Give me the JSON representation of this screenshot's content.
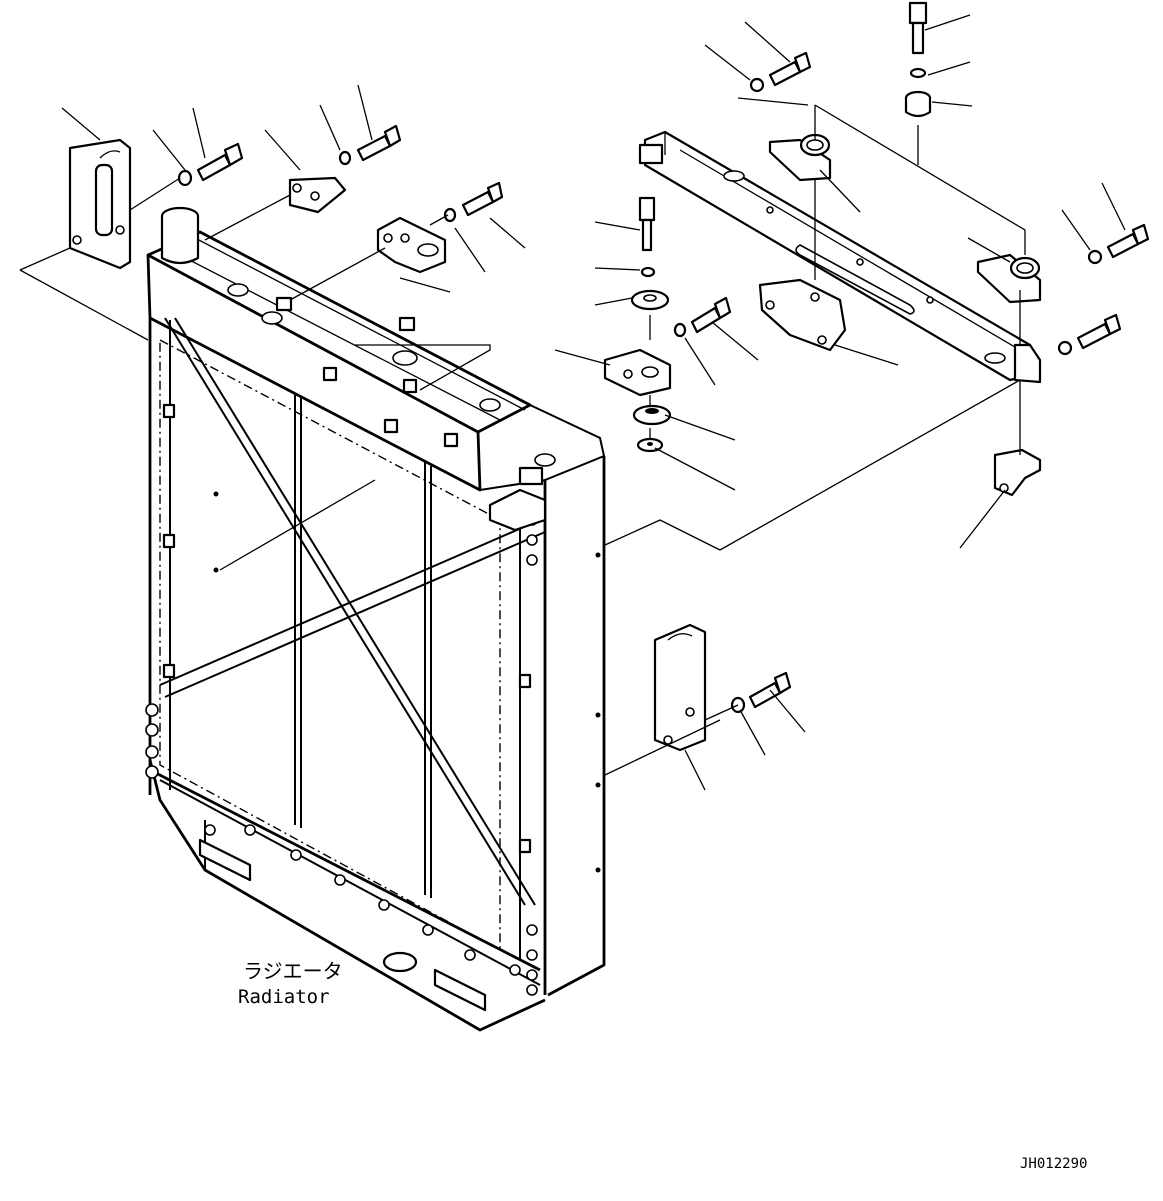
{
  "drawing": {
    "radiator_label_jp": "ラジエータ",
    "radiator_label_en": "Radiator",
    "drawing_number": "JH012290"
  }
}
